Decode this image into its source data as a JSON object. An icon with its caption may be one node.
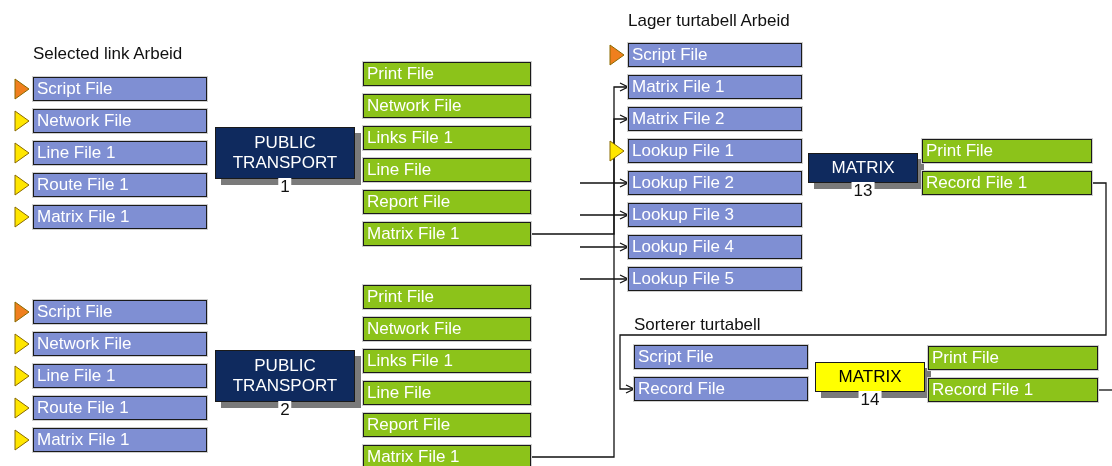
{
  "diagram": {
    "nodes": [
      {
        "text": [
          "Script File"
        ]
      },
      {
        "text": [
          "Network File"
        ]
      },
      {
        "text": [
          "Line File 1"
        ]
      },
      {
        "text": [
          "Route File 1"
        ]
      },
      {
        "text": [
          "Matrix File 1"
        ]
      },
      {
        "text": [
          "PUBLIC TRANSPORT"
        ],
        "beside": [
          "1"
        ]
      },
      {
        "text": [
          "Print File"
        ]
      },
      {
        "text": [
          "Network File"
        ]
      },
      {
        "text": [
          "Links File 1"
        ]
      },
      {
        "text": [
          "Line File"
        ]
      },
      {
        "text": [
          "Report File"
        ]
      },
      {
        "text": [
          "Matrix File 1"
        ]
      },
      {
        "text": [
          "Script File"
        ]
      },
      {
        "text": [
          "Network File"
        ]
      },
      {
        "text": [
          "Line File 1"
        ]
      },
      {
        "text": [
          "Route File 1"
        ]
      },
      {
        "text": [
          "Matrix File 1"
        ]
      },
      {
        "text": [
          "PUBLIC TRANSPORT"
        ],
        "beside": [
          "2"
        ]
      },
      {
        "text": [
          "Print File"
        ]
      },
      {
        "text": [
          "Network File"
        ]
      },
      {
        "text": [
          "Links File 1"
        ]
      },
      {
        "text": [
          "Line File"
        ]
      },
      {
        "text": [
          "Report File"
        ]
      },
      {
        "text": [
          "Matrix File 1"
        ]
      },
      {
        "text": [
          "Script File"
        ]
      },
      {
        "text": [
          "Matrix File 1"
        ]
      },
      {
        "text": [
          "Matrix File 2"
        ]
      },
      {
        "text": [
          "Lookup File 1"
        ]
      },
      {
        "text": [
          "Lookup File 2"
        ]
      },
      {
        "text": [
          "Lookup File 3"
        ]
      },
      {
        "text": [
          "Lookup File 4"
        ]
      },
      {
        "text": [
          "Lookup File 5"
        ]
      },
      {
        "text": [
          "MATRIX"
        ],
        "beside": [
          "13"
        ]
      },
      {
        "text": [
          "Print File"
        ]
      },
      {
        "text": [
          "Record File 1"
        ]
      },
      {
        "text": [
          "Script File"
        ]
      },
      {
        "text": [
          "Record File"
        ]
      },
      {
        "text": [
          "MATRIX"
        ],
        "beside": [
          "14"
        ]
      },
      {
        "text": [
          "Print File"
        ]
      },
      {
        "text": [
          "Record File 1"
        ]
      }
    ],
    "edges": [
      {
        "from": 11,
        "to": 25,
        "arrow": "to"
      },
      {
        "from": 23,
        "to": 26,
        "arrow": "to"
      },
      {
        "from": null,
        "to": 28,
        "arrow": "to"
      },
      {
        "from": null,
        "to": 29,
        "arrow": "to"
      },
      {
        "from": null,
        "to": 30,
        "arrow": "to"
      },
      {
        "from": null,
        "to": 31,
        "arrow": "to"
      },
      {
        "from": 34,
        "to": 36,
        "arrow": "to"
      },
      {
        "from": 39,
        "to": null,
        "arrow": "none"
      }
    ],
    "labels": [
      "Selected link Arbeid",
      "Lager turtabell Arbeid",
      "Sorterer turtabell"
    ]
  }
}
